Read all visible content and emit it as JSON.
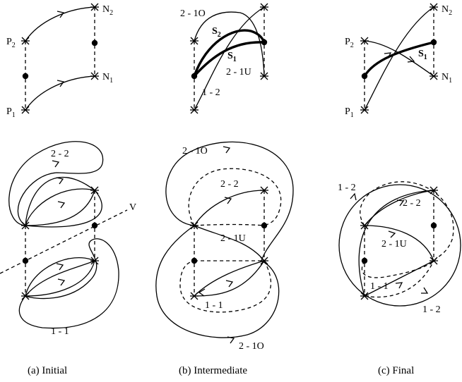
{
  "labels": {
    "p2": "P",
    "p2_sub": "2",
    "p1": "P",
    "p1_sub": "1",
    "n2": "N",
    "n2_sub": "2",
    "n1": "N",
    "n1_sub": "1",
    "s1": "S",
    "s1_sub": "1",
    "s2": "S",
    "s2_sub": "2",
    "l_21o": "2 - 1O",
    "l_21u": "2 - 1U",
    "l_12": "1 - 2",
    "l_22": "2 - 2",
    "l_11": "1 - 1",
    "l_v": "V"
  },
  "captions": {
    "a": "(a) Initial",
    "b": "(b) Intermediate",
    "c": "(c) Final"
  }
}
